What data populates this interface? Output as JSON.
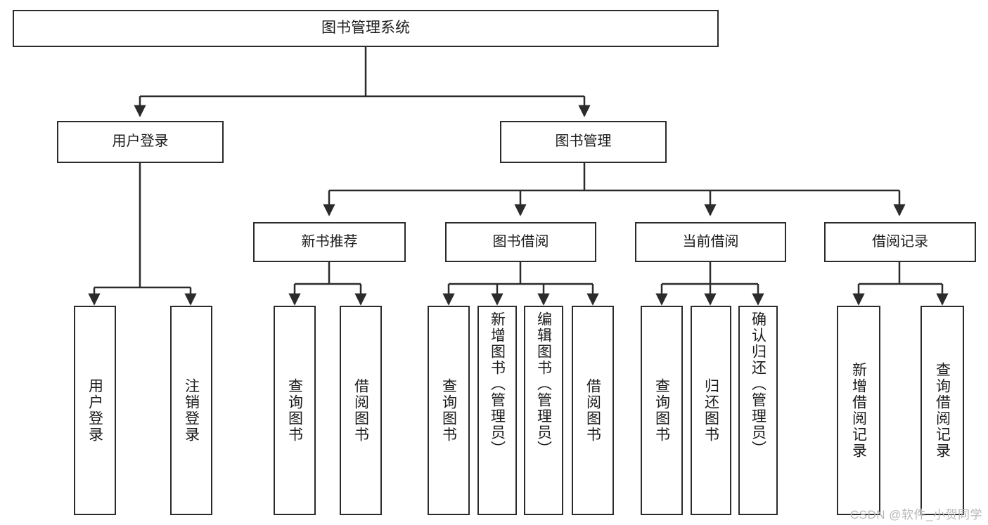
{
  "diagram": {
    "title": "图书管理系统",
    "type": "tree-hierarchy",
    "watermark": "CSDN @软件_小贺同学",
    "colors": {
      "box_border": "#2b2b2b",
      "connector": "#2b2b2b",
      "background": "#ffffff",
      "text": "#1b1b1b",
      "watermark": "#b8b8b8"
    },
    "nodes": {
      "root": {
        "label": "图书管理系统",
        "level": 1
      },
      "l2": [
        {
          "id": "user-login",
          "label": "用户登录",
          "level": 2
        },
        {
          "id": "book-manage",
          "label": "图书管理",
          "level": 2
        }
      ],
      "l3": [
        {
          "id": "new-book-rec",
          "label": "新书推荐",
          "level": 3
        },
        {
          "id": "book-borrow",
          "label": "图书借阅",
          "level": 3
        },
        {
          "id": "current-borrow",
          "label": "当前借阅",
          "level": 3
        },
        {
          "id": "borrow-record",
          "label": "借阅记录",
          "level": 3
        }
      ],
      "leaves": [
        {
          "id": "leaf-user-login",
          "label": "用户登录",
          "parent": "user-login"
        },
        {
          "id": "leaf-logout",
          "label": "注销登录",
          "parent": "user-login"
        },
        {
          "id": "leaf-query-book-1",
          "label": "查询图书",
          "parent": "new-book-rec"
        },
        {
          "id": "leaf-borrow-book-1",
          "label": "借阅图书",
          "parent": "new-book-rec"
        },
        {
          "id": "leaf-query-book-2",
          "label": "查询图书",
          "parent": "book-borrow"
        },
        {
          "id": "leaf-add-book",
          "label": "新增图书（管理员）",
          "parent": "book-borrow"
        },
        {
          "id": "leaf-edit-book",
          "label": "编辑图书（管理员）",
          "parent": "book-borrow"
        },
        {
          "id": "leaf-borrow-book-2",
          "label": "借阅图书",
          "parent": "book-borrow"
        },
        {
          "id": "leaf-query-book-3",
          "label": "查询图书",
          "parent": "current-borrow"
        },
        {
          "id": "leaf-return-book",
          "label": "归还图书",
          "parent": "current-borrow"
        },
        {
          "id": "leaf-confirm-return",
          "label": "确认归还（管理员）",
          "parent": "current-borrow"
        },
        {
          "id": "leaf-add-record",
          "label": "新增借阅记录",
          "parent": "borrow-record"
        },
        {
          "id": "leaf-query-record",
          "label": "查询借阅记录",
          "parent": "borrow-record"
        }
      ]
    }
  }
}
